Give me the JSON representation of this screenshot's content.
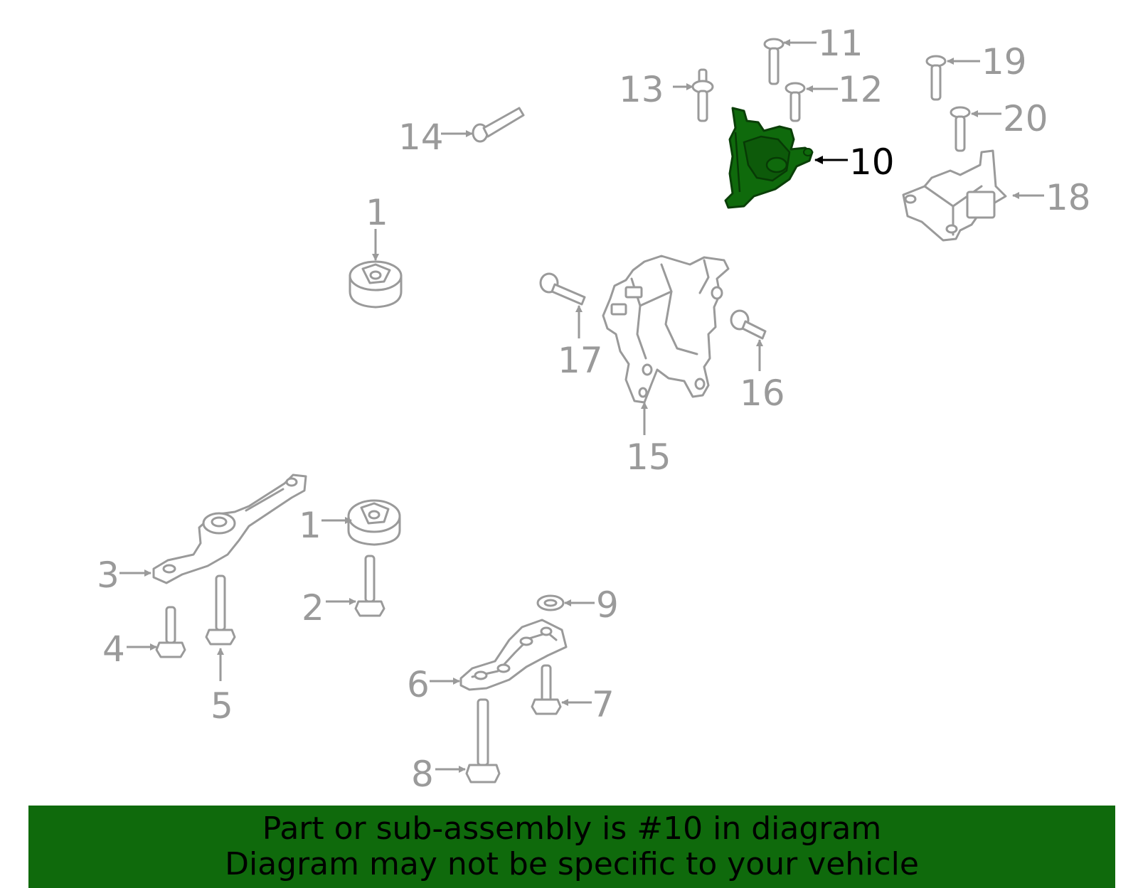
{
  "colors": {
    "highlight": "#0f6a0c",
    "banner": "#0f6a0c",
    "label": "#9a9a9a",
    "label_highlight": "#000000"
  },
  "labels": {
    "l1a": "1",
    "l1b": "1",
    "l2": "2",
    "l3": "3",
    "l4": "4",
    "l5": "5",
    "l6": "6",
    "l7": "7",
    "l8": "8",
    "l9": "9",
    "l10": "10",
    "l11": "11",
    "l12": "12",
    "l13": "13",
    "l14": "14",
    "l15": "15",
    "l16": "16",
    "l17": "17",
    "l18": "18",
    "l19": "19",
    "l20": "20"
  },
  "banner": {
    "line1": "Part or sub-assembly is #10 in diagram",
    "line2": "Diagram may not be specific to your vehicle"
  }
}
